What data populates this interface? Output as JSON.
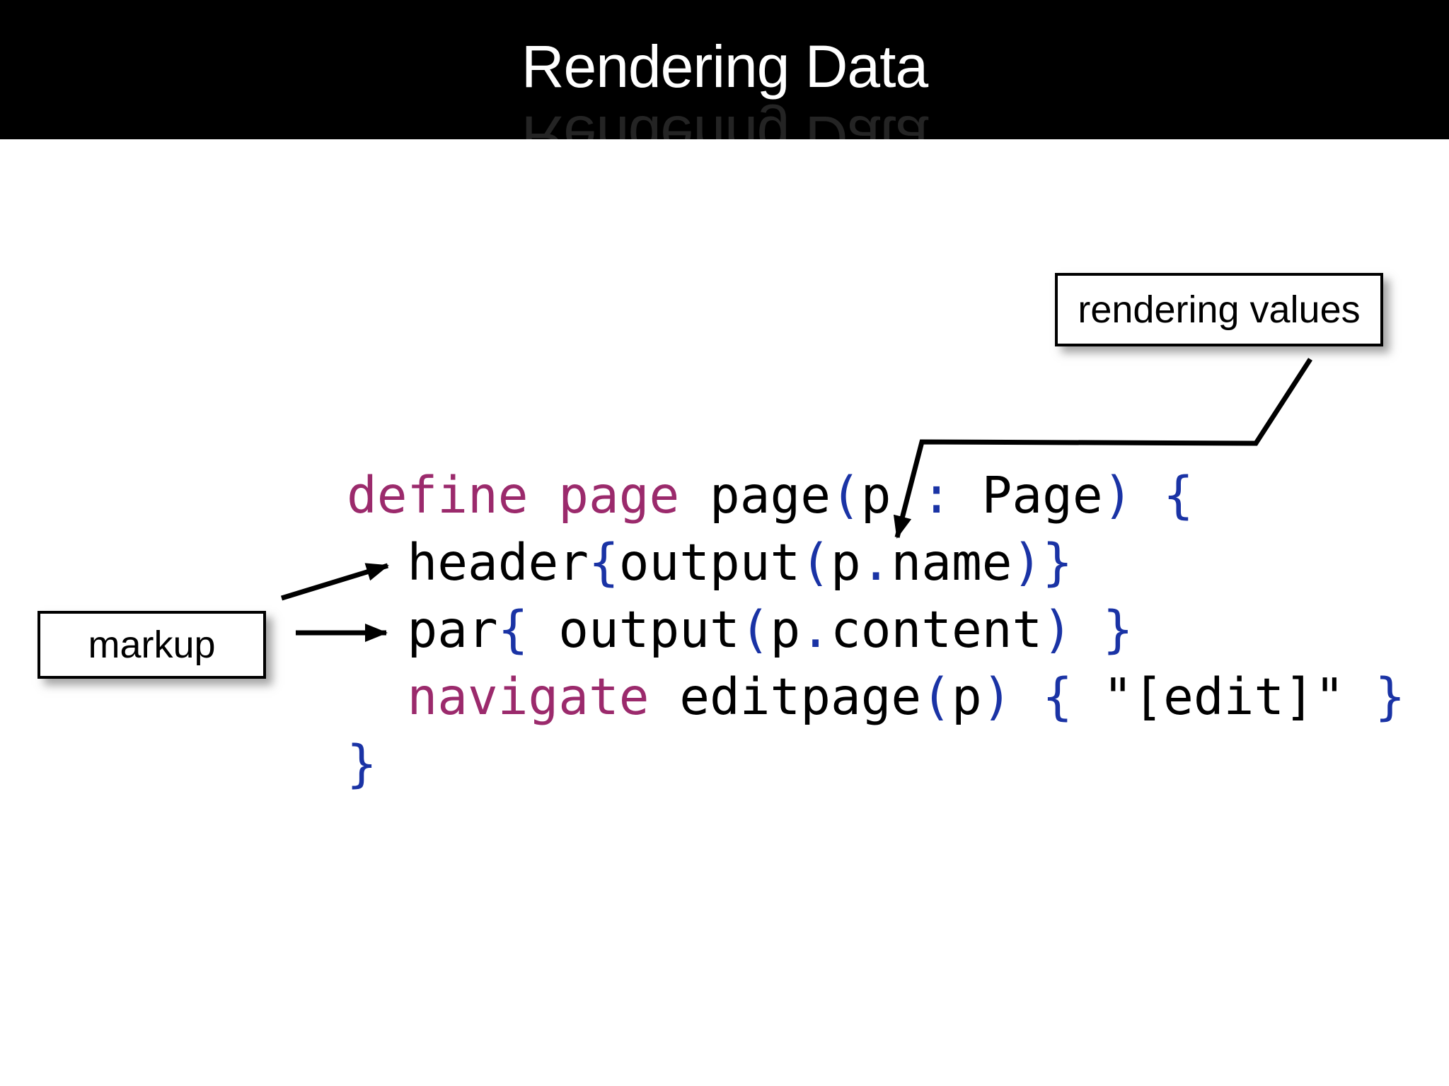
{
  "title_bar": {
    "title": "Rendering Data",
    "bar_color": "#000000",
    "title_color": "#ffffff"
  },
  "callouts": {
    "rendering_values": {
      "label": "rendering values"
    },
    "markup": {
      "label": "markup"
    }
  },
  "code": {
    "language_hint": "WebDSL page definition",
    "colors": {
      "keyword": "#9b2a6c",
      "punct": "#1a33a5",
      "plain": "#000000"
    },
    "lines": [
      [
        {
          "t": "define page ",
          "c": "keyword"
        },
        {
          "t": "page",
          "c": "plain"
        },
        {
          "t": "(",
          "c": "punct"
        },
        {
          "t": "p ",
          "c": "plain"
        },
        {
          "t": ":",
          "c": "punct"
        },
        {
          "t": " Page",
          "c": "plain"
        },
        {
          "t": ")",
          "c": "punct"
        },
        {
          "t": " ",
          "c": "plain"
        },
        {
          "t": "{",
          "c": "punct"
        }
      ],
      [
        {
          "t": "  header",
          "c": "plain"
        },
        {
          "t": "{",
          "c": "punct"
        },
        {
          "t": "output",
          "c": "plain"
        },
        {
          "t": "(",
          "c": "punct"
        },
        {
          "t": "p",
          "c": "plain"
        },
        {
          "t": ".",
          "c": "punct"
        },
        {
          "t": "name",
          "c": "plain"
        },
        {
          "t": ")",
          "c": "punct"
        },
        {
          "t": "}",
          "c": "punct"
        }
      ],
      [
        {
          "t": "  par",
          "c": "plain"
        },
        {
          "t": "{",
          "c": "punct"
        },
        {
          "t": " output",
          "c": "plain"
        },
        {
          "t": "(",
          "c": "punct"
        },
        {
          "t": "p",
          "c": "plain"
        },
        {
          "t": ".",
          "c": "punct"
        },
        {
          "t": "content",
          "c": "plain"
        },
        {
          "t": ")",
          "c": "punct"
        },
        {
          "t": " ",
          "c": "plain"
        },
        {
          "t": "}",
          "c": "punct"
        }
      ],
      [
        {
          "t": "  ",
          "c": "plain"
        },
        {
          "t": "navigate",
          "c": "keyword"
        },
        {
          "t": " editpage",
          "c": "plain"
        },
        {
          "t": "(",
          "c": "punct"
        },
        {
          "t": "p",
          "c": "plain"
        },
        {
          "t": ")",
          "c": "punct"
        },
        {
          "t": " ",
          "c": "plain"
        },
        {
          "t": "{",
          "c": "punct"
        },
        {
          "t": " \"[edit]\" ",
          "c": "plain"
        },
        {
          "t": "}",
          "c": "punct"
        }
      ],
      [
        {
          "t": "}",
          "c": "punct"
        }
      ]
    ]
  }
}
